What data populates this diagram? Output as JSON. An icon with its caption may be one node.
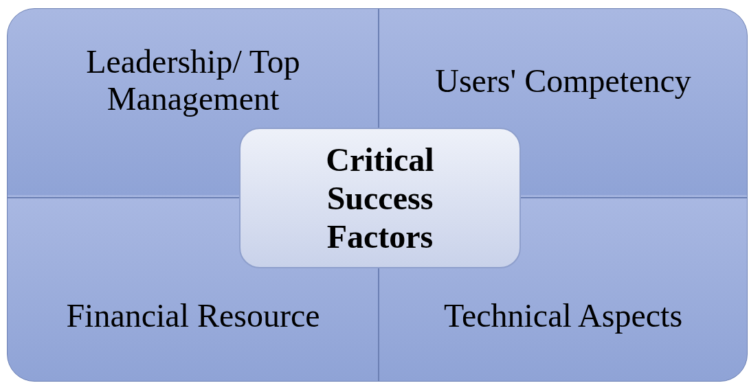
{
  "diagram": {
    "nodes": [
      {
        "text": [
          "Leadership/ Top Management"
        ]
      },
      {
        "text": [
          "Users' Competency"
        ]
      },
      {
        "text": [
          "Critical Success Factors"
        ]
      },
      {
        "text": [
          "Financial Resource"
        ]
      },
      {
        "text": [
          "Technical Aspects"
        ]
      }
    ]
  }
}
